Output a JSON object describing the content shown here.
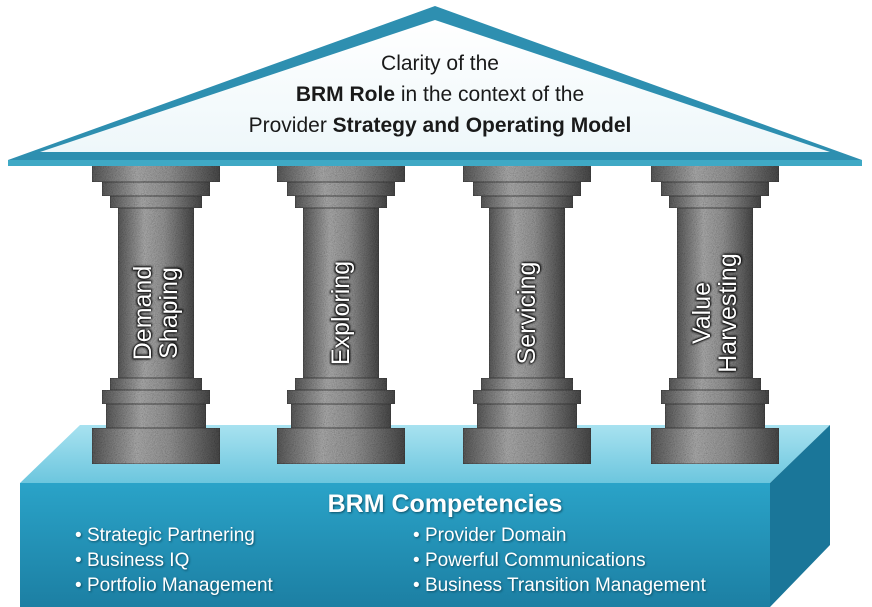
{
  "roof": {
    "line1": "Clarity of the",
    "line2_bold": "BRM Role",
    "line2_rest": " in the context of the",
    "line3_plain": "Provider ",
    "line3_bold": "Strategy and Operating Model"
  },
  "pillars": [
    {
      "line1": "Demand",
      "line2": "Shaping"
    },
    {
      "line1": "Exploring",
      "line2": ""
    },
    {
      "line1": "Servicing",
      "line2": ""
    },
    {
      "line1": "Value",
      "line2": "Harvesting"
    }
  ],
  "base": {
    "title": "BRM Competencies",
    "left_items": [
      "Strategic Partnering",
      "Business IQ",
      "Portfolio Management"
    ],
    "right_items": [
      "Provider Domain",
      "Powerful Communications",
      "Business Transition Management"
    ]
  },
  "colors": {
    "roof_outline": "#3fa9c5",
    "base_front": "#2d9fc2",
    "base_top": "#7fd0e6",
    "stone": "#8c8c8c"
  }
}
